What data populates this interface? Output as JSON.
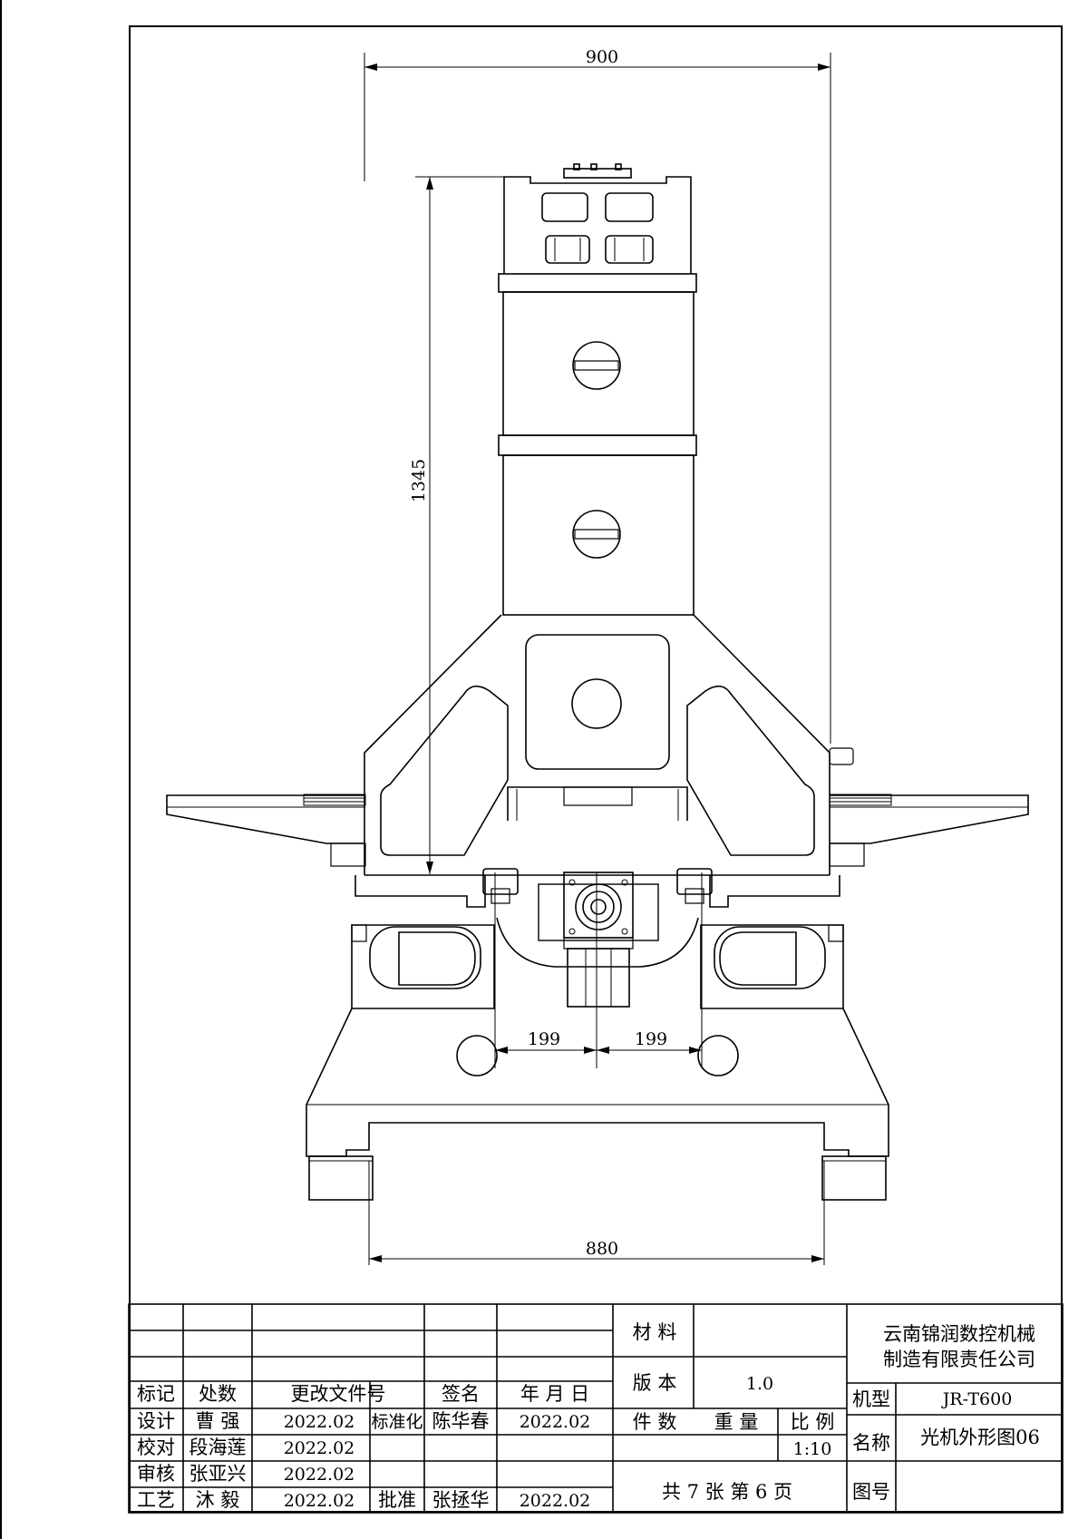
{
  "drawing": {
    "dimensions": {
      "overall_width": "900",
      "height": "1345",
      "left_offset": "199",
      "right_offset": "199",
      "base_width": "880"
    }
  },
  "title_block": {
    "headers": {
      "mark": "标记",
      "count": "处数",
      "change_doc": "更改文件号",
      "sign": "签名",
      "date": "年 月 日"
    },
    "rows": {
      "design_label": "设计",
      "design_name": "曹  强",
      "design_date": "2022.02",
      "standard_label": "标准化",
      "standard_name": "陈华春",
      "standard_date": "2022.02",
      "check_label": "校对",
      "check_name": "段海莲",
      "check_date": "2022.02",
      "review_label": "审核",
      "review_name": "张亚兴",
      "review_date": "2022.02",
      "process_label": "工艺",
      "process_name": "沐  毅",
      "process_date": "2022.02",
      "approve_label": "批准",
      "approve_name": "张拯华",
      "approve_date": "2022.02"
    },
    "material_label": "材 料",
    "version_label": "版 本",
    "version_value": "1.0",
    "parts_label": "件 数",
    "weight_label": "重 量",
    "scale_label": "比 例",
    "scale_value": "1:10",
    "sheets_text": "共 7 张     第 6 页",
    "company_line1": "云南锦润数控机械",
    "company_line2": "制造有限责任公司",
    "model_label": "机型",
    "model_value": "JR-T600",
    "name_label": "名称",
    "name_value": "光机外形图06",
    "drawing_no_label": "图号"
  }
}
